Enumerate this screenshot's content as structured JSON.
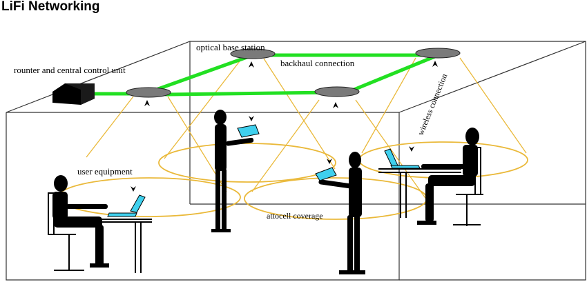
{
  "title": "LiFi Networking",
  "labels": {
    "optical_base_station": "optical base station",
    "router": "rounter and central control unit",
    "backhaul": "backhaul connection",
    "wireless": "wireless connection",
    "user_equipment": "user equipment",
    "attocell": "attocell coverage"
  },
  "colors": {
    "backhaul_link": "#22e022",
    "light_cone": "#eab93a",
    "laptop_screen": "#3fd0ee",
    "base_station": "#7a7a7a",
    "silhouette": "#000000"
  }
}
